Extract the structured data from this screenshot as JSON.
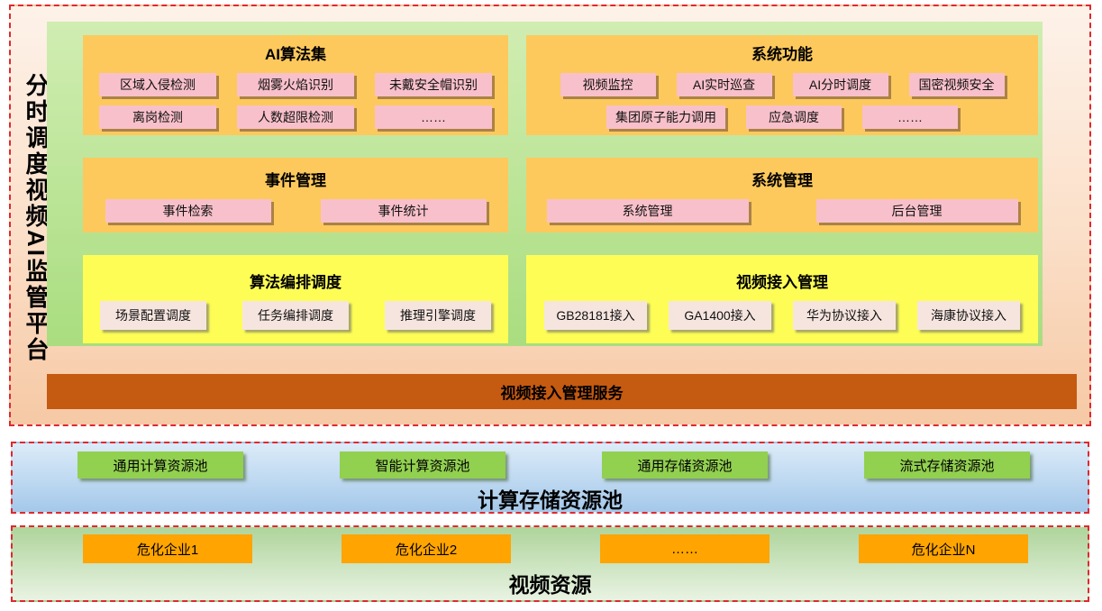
{
  "platform": {
    "title": "分时调度视频AI监管平台",
    "service_bar": "视频接入管理服务",
    "panels": [
      {
        "id": "ai-algorithm-set",
        "title": "AI算法集",
        "variant": "orange",
        "rows": [
          [
            "区域入侵检测",
            "烟雾火焰识别",
            "未戴安全帽识别"
          ],
          [
            "离岗检测",
            "人数超限检测",
            "……"
          ]
        ]
      },
      {
        "id": "system-functions",
        "title": "系统功能",
        "variant": "orange",
        "rows": [
          [
            "视频监控",
            "AI实时巡查",
            "AI分时调度",
            "国密视频安全"
          ],
          [
            "集团原子能力调用",
            "应急调度",
            "……"
          ]
        ]
      },
      {
        "id": "event-management",
        "title": "事件管理",
        "variant": "orange",
        "rows": [
          [
            "事件检索",
            "事件统计"
          ]
        ]
      },
      {
        "id": "system-management",
        "title": "系统管理",
        "variant": "orange",
        "rows": [
          [
            "系统管理",
            "后台管理"
          ]
        ]
      },
      {
        "id": "algorithm-scheduling",
        "title": "算法编排调度",
        "variant": "yellow",
        "rows": [
          [
            "场景配置调度",
            "任务编排调度",
            "推理引擎调度"
          ]
        ]
      },
      {
        "id": "video-access",
        "title": "视频接入管理",
        "variant": "yellow",
        "rows": [
          [
            "GB28181接入",
            "GA1400接入",
            "华为协议接入",
            "海康协议接入"
          ]
        ]
      }
    ]
  },
  "compute_storage": {
    "title": "计算存储资源池",
    "items": [
      "通用计算资源池",
      "智能计算资源池",
      "通用存储资源池",
      "流式存储资源池"
    ]
  },
  "video_resources": {
    "title": "视频资源",
    "items": [
      "危化企业1",
      "危化企业2",
      "……",
      "危化企业N"
    ]
  },
  "colors": {
    "frame_border": "#e0282e",
    "main_bg_top": "#fdf2e9",
    "main_bg_bottom": "#f6c9a5",
    "green_panel_top": "#d0edb2",
    "green_panel_bottom": "#a9dd7f",
    "panel_orange": "#fdc95c",
    "panel_yellow": "#fdfd55",
    "chip_pink": "#f8c0ca",
    "chip_cream": "#f6e5df",
    "service_bar": "#c55a11",
    "compute_bg_top": "#dcebf8",
    "compute_bg_bottom": "#a4c8ea",
    "chip_green": "#92d050",
    "video_bg_top": "#aed49b",
    "video_bg_bottom": "#e9f3e3",
    "chip_orange": "#ffa400"
  }
}
